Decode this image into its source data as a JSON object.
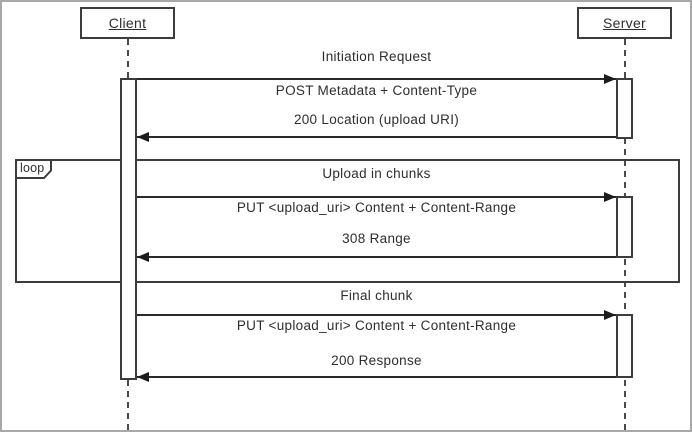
{
  "diagram": {
    "type": "uml-sequence",
    "actors": [
      {
        "id": "client",
        "label": "Client"
      },
      {
        "id": "server",
        "label": "Server"
      }
    ],
    "loop": {
      "operator": "loop"
    },
    "sections": [
      {
        "title": "Initiation Request",
        "request": "POST Metadata + Content-Type",
        "response": "200 Location (upload URI)"
      },
      {
        "title": "Upload in chunks",
        "request": "PUT <upload_uri> Content + Content-Range",
        "response": "308 Range"
      },
      {
        "title": "Final chunk",
        "request": "PUT <upload_uri> Content + Content-Range",
        "response": "200 Response"
      }
    ],
    "colors": {
      "line": "#3a3a3a",
      "text": "#2e2e2e",
      "background": "#ffffff",
      "outer_border": "#a8a8a8"
    }
  }
}
